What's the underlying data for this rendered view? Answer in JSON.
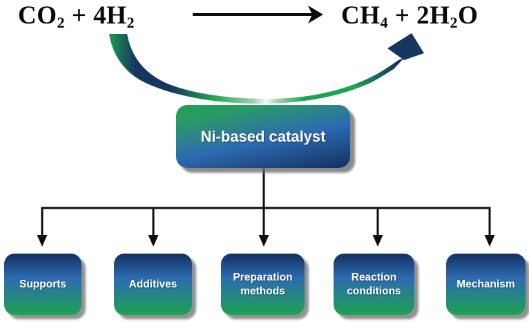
{
  "equation": {
    "reactants": {
      "parts": [
        "CO",
        "2",
        " + 4H",
        "2"
      ]
    },
    "products": {
      "parts": [
        "CH",
        "4",
        " + 2H",
        "2",
        "O"
      ]
    }
  },
  "catalyst_box": {
    "label": "Ni-based catalyst"
  },
  "branches": [
    {
      "label": "Supports"
    },
    {
      "label": "Additives"
    },
    {
      "label": "Preparation methods"
    },
    {
      "label": "Reaction conditions"
    },
    {
      "label": "Mechanism"
    }
  ],
  "colors": {
    "green": "#1ca351",
    "navy": "#16355f",
    "blue": "#2d6bb1",
    "deep_navy": "#123061",
    "line": "#0d0d0d",
    "text_white": "#ffffff"
  }
}
